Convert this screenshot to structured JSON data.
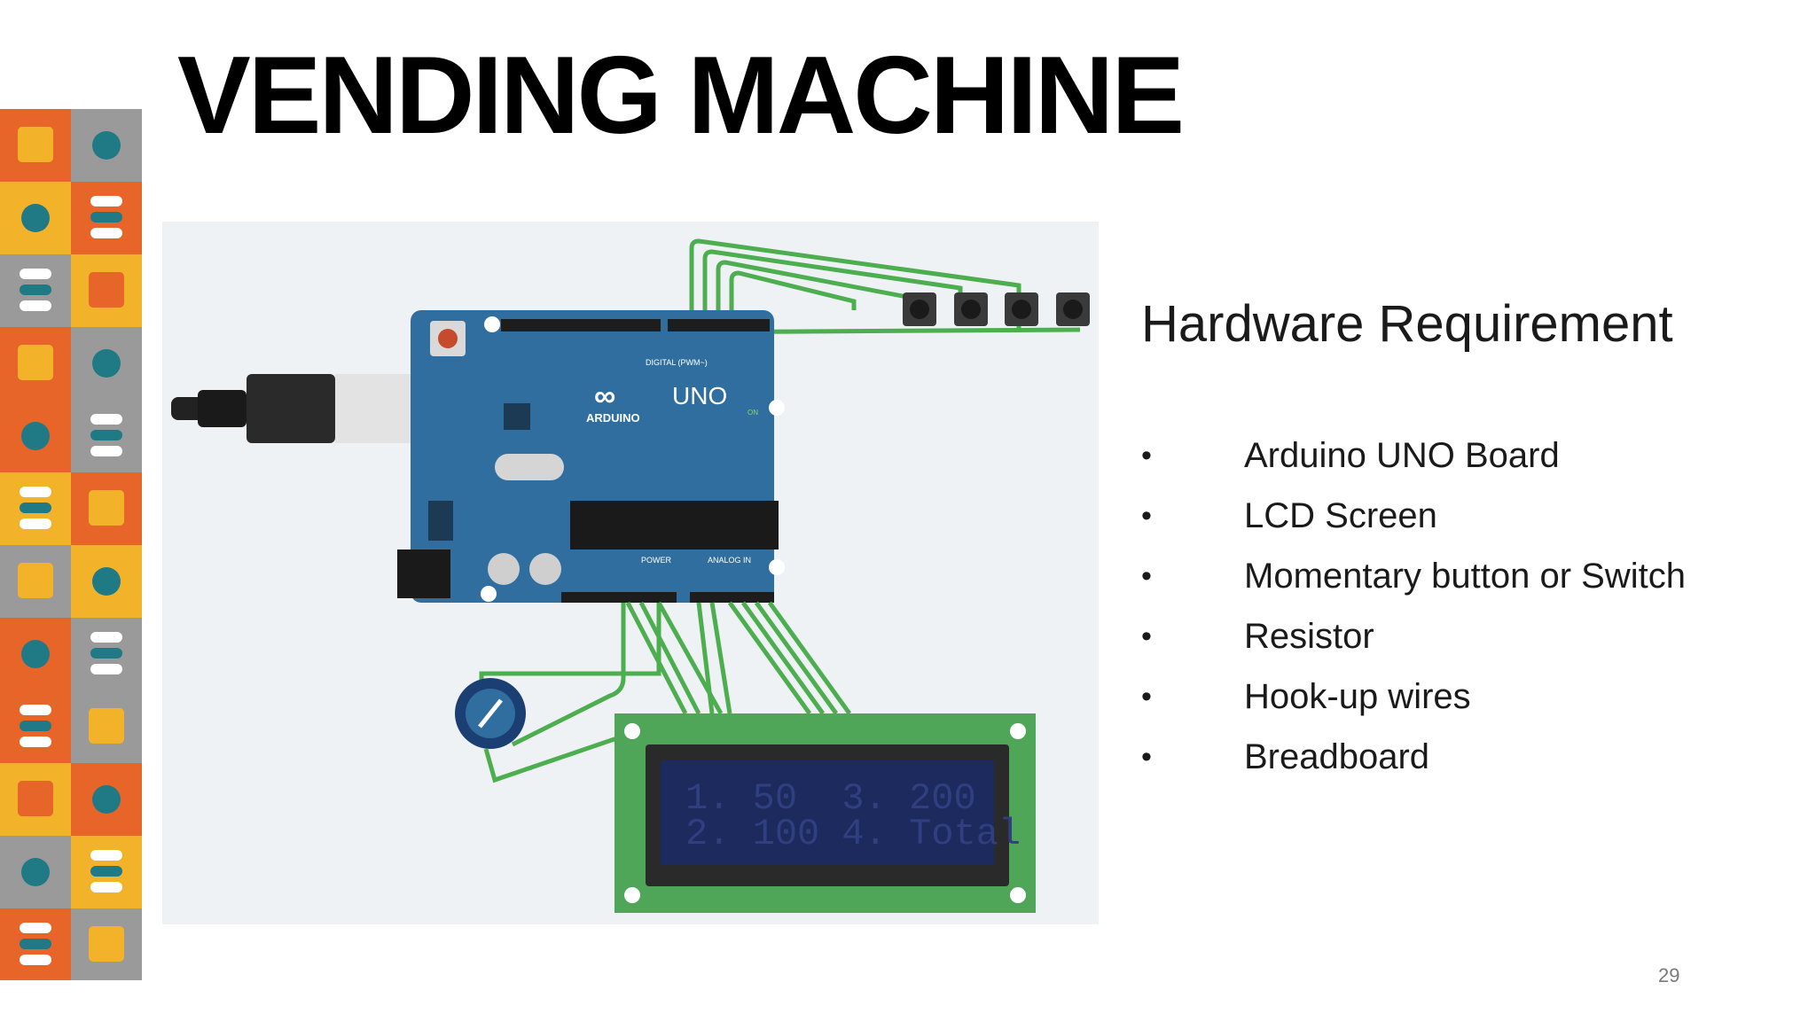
{
  "slide": {
    "title": "VENDING MACHINE",
    "page_number": "29"
  },
  "hardware": {
    "heading": "Hardware Requirement",
    "items": [
      "Arduino UNO Board",
      "LCD Screen",
      "Momentary button or Switch",
      "Resistor",
      "Hook-up wires",
      "Breadboard"
    ],
    "bullet": "•"
  },
  "figure": {
    "board": {
      "brand": "ARDUINO",
      "model": "UNO",
      "digital_label": "DIGITAL (PWM~)",
      "power_label": "POWER",
      "analog_label": "ANALOG IN",
      "on_label": "ON"
    },
    "lcd": {
      "line1": "1. 50  3. 200",
      "line2": "2. 100 4. Total"
    }
  },
  "colors": {
    "background": "#ffffff",
    "canvas": "#eef2f5",
    "board_blue": "#2f6e9f",
    "wire_green": "#4cae4f",
    "lcd_pcb": "#4fa659",
    "lcd_screen": "#1c2a5e",
    "lcd_text": "#2f3f80",
    "strip_orange": "#e8652a",
    "strip_yellow": "#f2b32a",
    "strip_gray": "#9a9a9a",
    "strip_teal": "#1f7a85"
  }
}
